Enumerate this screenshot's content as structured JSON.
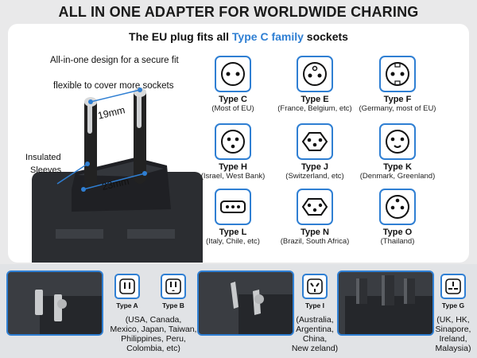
{
  "banner": "ALL IN ONE ADAPTER FOR WORLDWIDE CHARING",
  "subtitle": {
    "prefix": "The EU plug fits all ",
    "highlight": "Type C family",
    "suffix": " sockets"
  },
  "features": [
    "All-in-one design for a secure fit",
    "flexible to cover more sockets"
  ],
  "plug_labels": {
    "pin_gap": "19mm",
    "pin_length": "23mm",
    "sleeves_1": "Insulated",
    "sleeves_2": "Sleeves"
  },
  "sockets": [
    {
      "name": "Type C",
      "desc": "(Most of EU)",
      "icon": "type-c-socket-icon"
    },
    {
      "name": "Type E",
      "desc": "(France, Belgium, etc)",
      "icon": "type-e-socket-icon"
    },
    {
      "name": "Type F",
      "desc": "(Germany, most of EU)",
      "icon": "type-f-socket-icon"
    },
    {
      "name": "Type H",
      "desc": "(Israel, West Bank)",
      "icon": "type-h-socket-icon"
    },
    {
      "name": "Type J",
      "desc": "(Switzerland, etc)",
      "icon": "type-j-socket-icon"
    },
    {
      "name": "Type K",
      "desc": "(Denmark, Greenland)",
      "icon": "type-k-socket-icon"
    },
    {
      "name": "Type L",
      "desc": "(Italy, Chile, etc)",
      "icon": "type-l-socket-icon"
    },
    {
      "name": "Type N",
      "desc": "(Brazil, South Africa)",
      "icon": "type-n-socket-icon"
    },
    {
      "name": "Type O",
      "desc": "(Thailand)",
      "icon": "type-o-socket-icon"
    }
  ],
  "bottom": {
    "type_a": "Type A",
    "type_b": "Type B",
    "ab_desc": [
      "(USA, Canada,",
      "Mexico, Japan, Taiwan,",
      "Philippines, Peru,",
      "Colombia, etc)"
    ],
    "type_i": "Type I",
    "i_desc": [
      "(Australia,",
      "Argentina,",
      "China,",
      "New zeland)"
    ],
    "type_g": "Type G",
    "g_desc": [
      "(UK, HK,",
      "Sinapore,",
      "Ireland,",
      "Malaysia)"
    ]
  },
  "colors": {
    "accent": "#2f7fd3",
    "adapter": "#2b2d31"
  }
}
